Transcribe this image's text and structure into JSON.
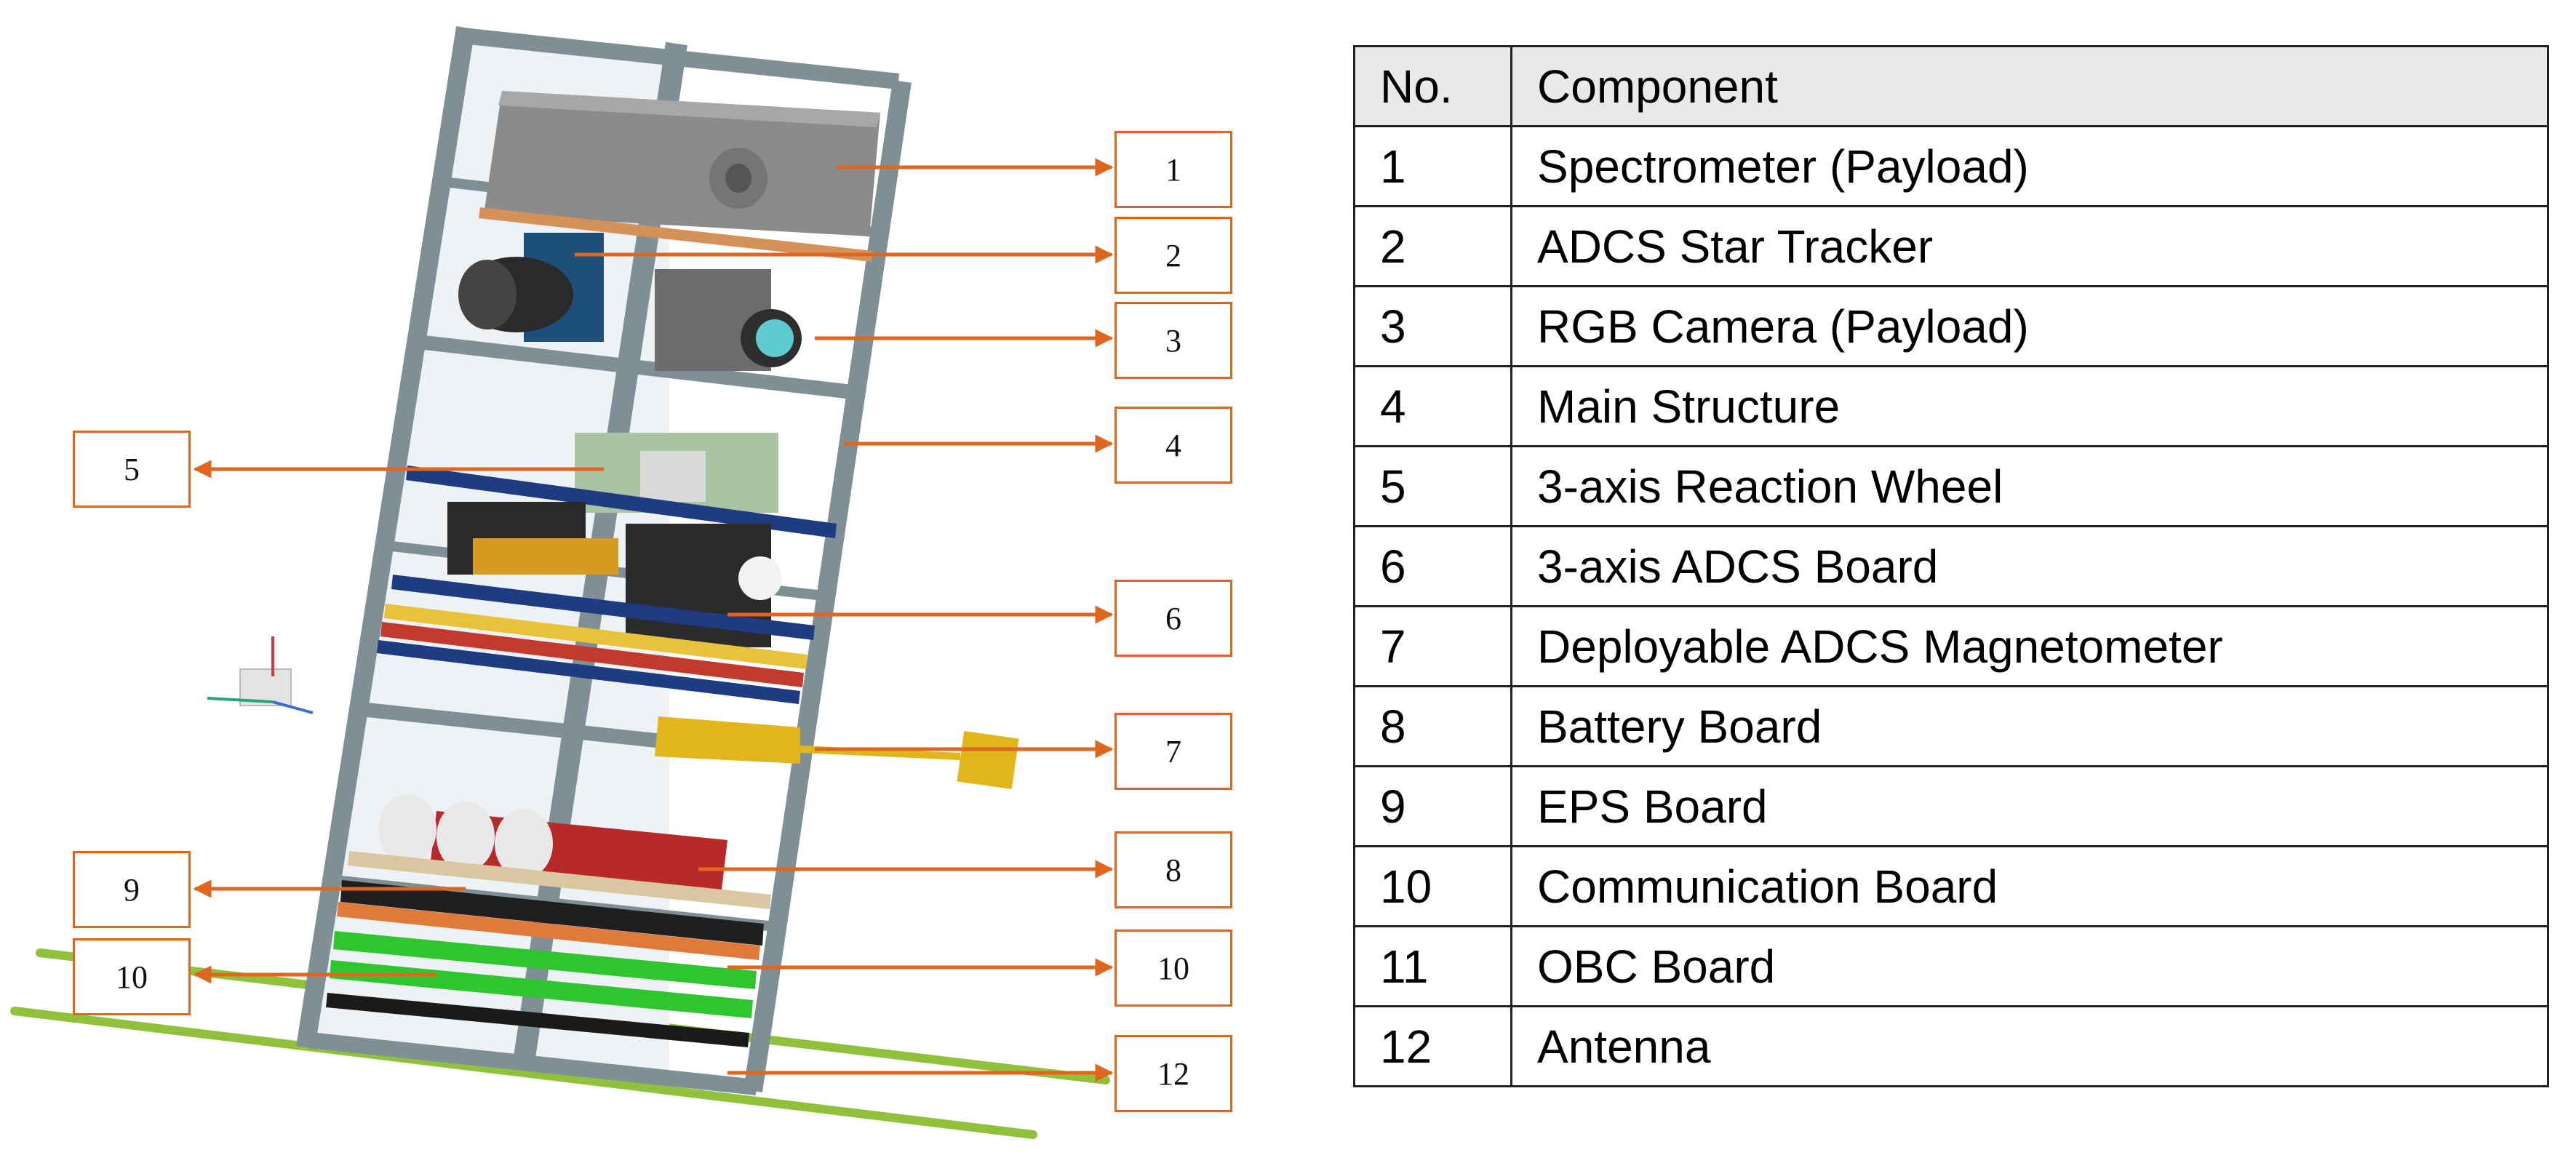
{
  "colors": {
    "callout": "#e0661f",
    "frame": "#7e9096",
    "antenna": "#8fc23a",
    "pcb_blue": "#1f3b82",
    "pcb_green": "#2fc52f",
    "battery": "#b8292a",
    "magnetometer": "#e2b51d"
  },
  "callouts": [
    "1",
    "2",
    "3",
    "4",
    "5",
    "6",
    "7",
    "8",
    "9",
    "10",
    "12",
    "10"
  ],
  "table": {
    "headers": {
      "no": "No.",
      "component": "Component"
    },
    "rows": [
      {
        "no": "1",
        "component": "Spectrometer (Payload)"
      },
      {
        "no": "2",
        "component": "ADCS Star Tracker"
      },
      {
        "no": "3",
        "component": "RGB Camera (Payload)"
      },
      {
        "no": "4",
        "component": "Main Structure"
      },
      {
        "no": "5",
        "component": "3-axis Reaction Wheel"
      },
      {
        "no": "6",
        "component": "3-axis ADCS Board"
      },
      {
        "no": "7",
        "component": "Deployable ADCS Magnetometer"
      },
      {
        "no": "8",
        "component": "Battery Board"
      },
      {
        "no": "9",
        "component": "EPS Board"
      },
      {
        "no": "10",
        "component": "Communication Board"
      },
      {
        "no": "11",
        "component": "OBC Board"
      },
      {
        "no": "12",
        "component": "Antenna"
      }
    ]
  }
}
